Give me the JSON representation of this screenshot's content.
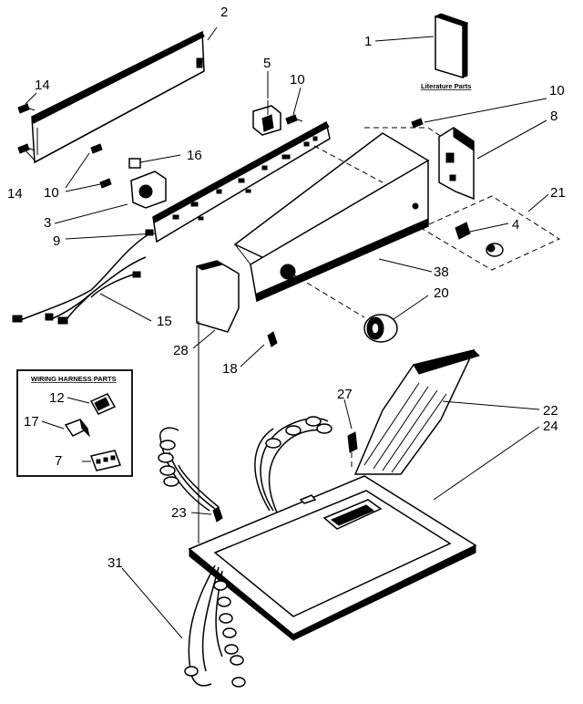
{
  "callouts": {
    "c1": "1",
    "c2": "2",
    "c3": "3",
    "c4": "4",
    "c5": "5",
    "c7": "7",
    "c8": "8",
    "c9": "9",
    "c10a": "10",
    "c10b": "10",
    "c10c": "10",
    "c12": "12",
    "c14a": "14",
    "c14b": "14",
    "c15": "15",
    "c16": "16",
    "c17": "17",
    "c18": "18",
    "c20": "20",
    "c21": "21",
    "c22": "22",
    "c23": "23",
    "c24": "24",
    "c27": "27",
    "c28": "28",
    "c31": "31",
    "c38": "38"
  },
  "labels": {
    "literature_parts": "Literature Parts",
    "wiring_harness_parts": "WIRING HARNESS PARTS"
  }
}
